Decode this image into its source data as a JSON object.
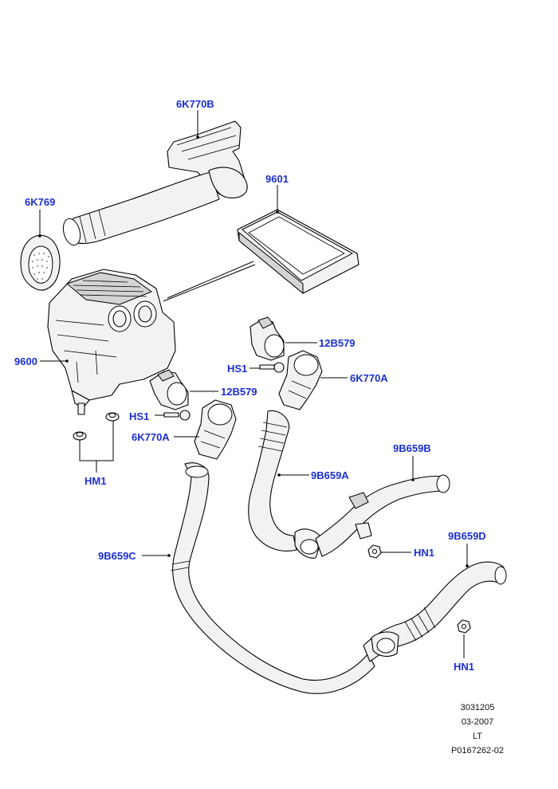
{
  "labels": {
    "p6K770B": "6K770B",
    "p6K769": "6K769",
    "p9601": "9601",
    "p9600": "9600",
    "p12B579_top": "12B579",
    "pHS1_top": "HS1",
    "p6K770A_top": "6K770A",
    "p12B579_mid": "12B579",
    "pHS1_mid": "HS1",
    "p6K770A_mid": "6K770A",
    "pHM1": "HM1",
    "p9B659A": "9B659A",
    "p9B659B": "9B659B",
    "pHN1_top": "HN1",
    "p9B659C": "9B659C",
    "p9B659D": "9B659D",
    "pHN1_bottom": "HN1"
  },
  "footer": {
    "line1": "3031205",
    "line2": "03-2007",
    "line3": "LT",
    "line4": "P0167262-02"
  },
  "colors": {
    "label": "#1b2fd6",
    "line": "#000000",
    "part_fill": "#f2f2f2"
  }
}
